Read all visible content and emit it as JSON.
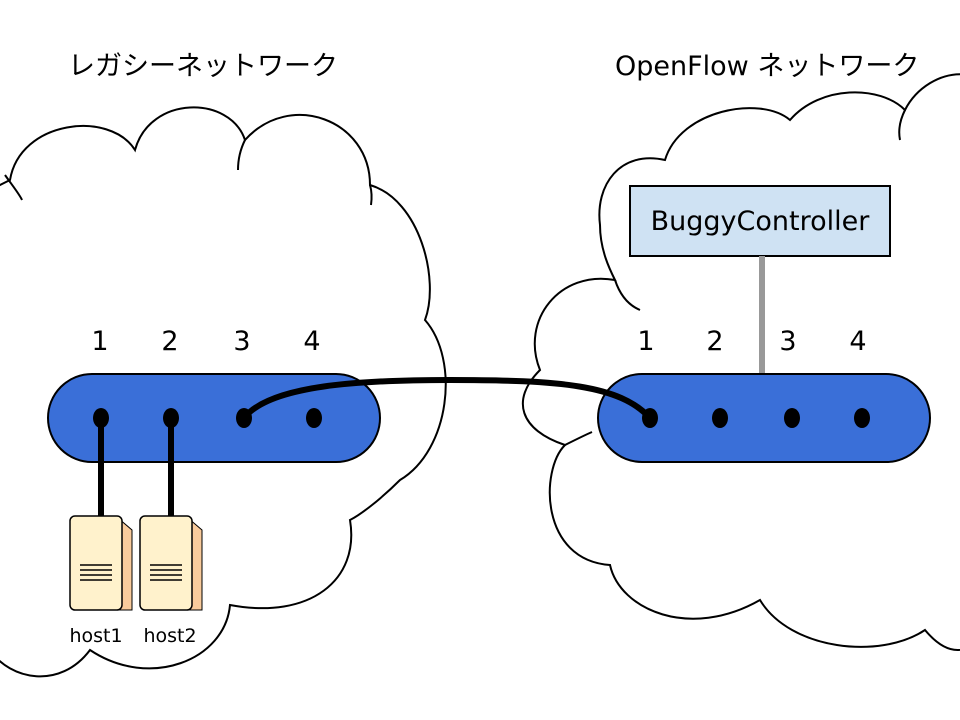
{
  "legacy_network": {
    "title": "レガシーネットワーク",
    "ports": [
      "1",
      "2",
      "3",
      "4"
    ],
    "hosts": [
      "host1",
      "host2"
    ]
  },
  "openflow_network": {
    "title": "OpenFlow ネットワーク",
    "ports": [
      "1",
      "2",
      "3",
      "4"
    ],
    "controller": "BuggyController"
  },
  "colors": {
    "switch_fill": "#3a6fd8",
    "controller_fill": "#cfe2f3",
    "host_fill": "#fff2cc",
    "host_side": "#f9cb9c",
    "controller_link": "#999999"
  }
}
